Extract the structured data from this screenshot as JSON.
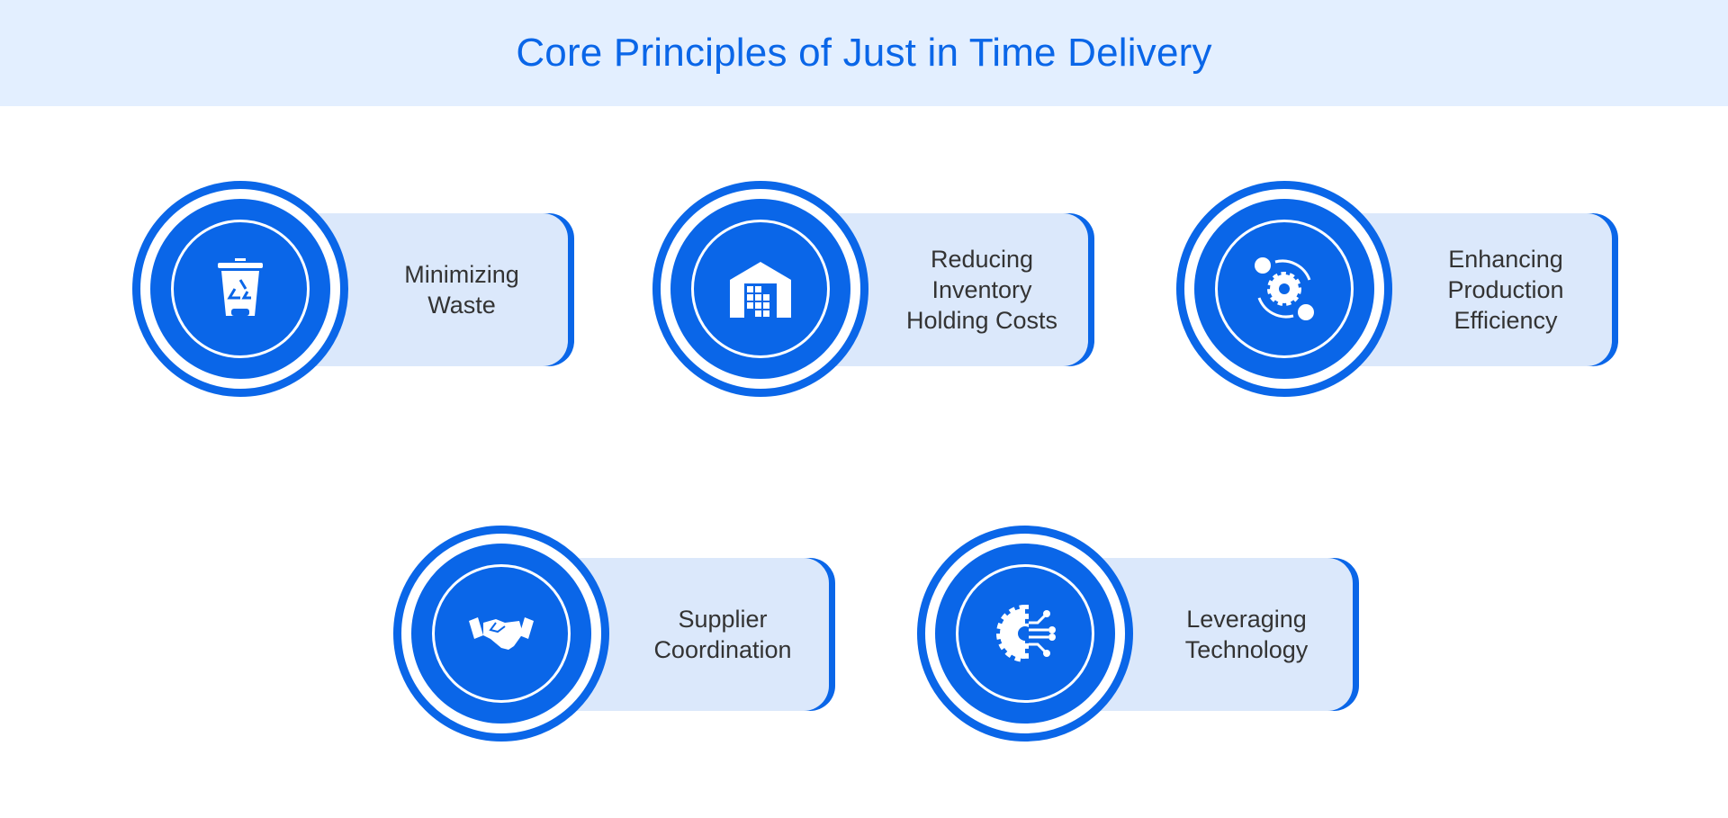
{
  "title": "Core Principles of Just in Time Delivery",
  "colors": {
    "accent": "#0a66e8",
    "card_bg": "#dbe8fb",
    "header_bg": "#e3efff"
  },
  "items": [
    {
      "label": "Minimizing\nWaste",
      "icon": "recycle-bin-icon"
    },
    {
      "label": "Reducing\nInventory\nHolding Costs",
      "icon": "warehouse-icon"
    },
    {
      "label": "Enhancing\nProduction\nEfficiency",
      "icon": "gear-cycle-icon"
    },
    {
      "label": "Supplier\nCoordination",
      "icon": "handshake-icon"
    },
    {
      "label": "Leveraging\nTechnology",
      "icon": "tech-gear-icon"
    }
  ]
}
